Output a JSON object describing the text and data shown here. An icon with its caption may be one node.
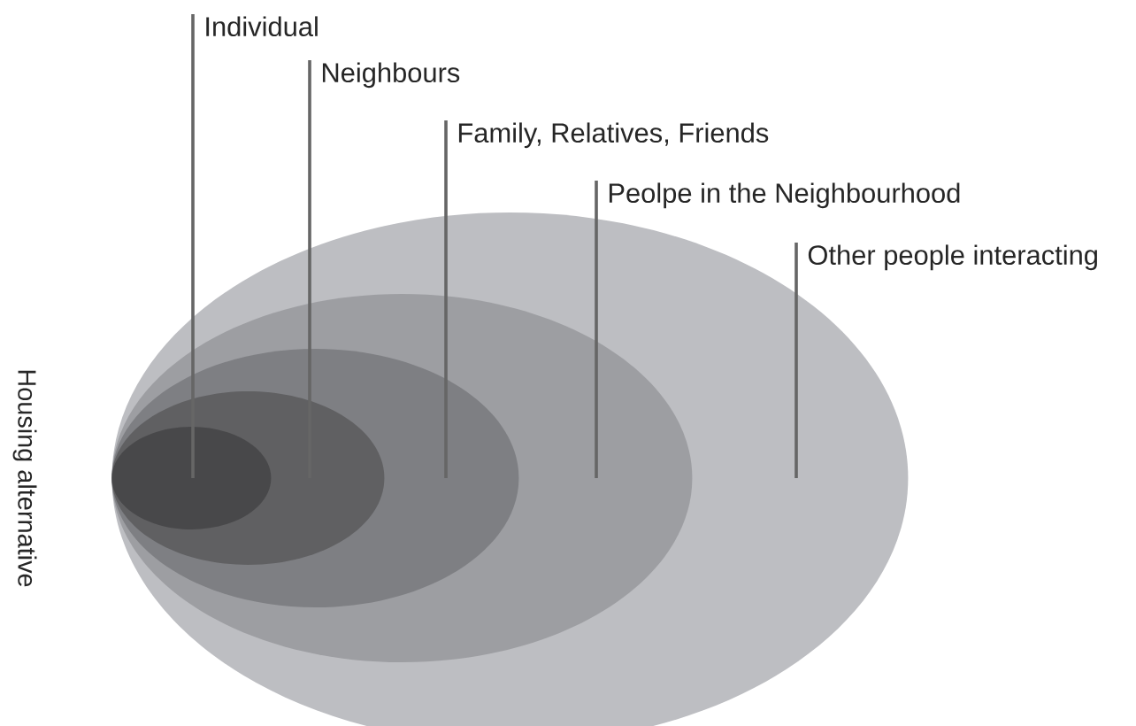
{
  "diagram": {
    "nodes": [
      {
        "text": [
          "Individual"
        ]
      },
      {
        "text": [
          "Neighbours"
        ]
      },
      {
        "text": [
          "Family, Relatives, Friends"
        ]
      },
      {
        "text": [
          "Peolpe in the Neighbourhood"
        ]
      },
      {
        "text": [
          "Other people interacting"
        ]
      },
      {
        "text": [],
        "shape": "ellipse"
      },
      {
        "text": [],
        "shape": "ellipse",
        "in": 5
      },
      {
        "text": [],
        "shape": "ellipse",
        "in": 6
      },
      {
        "text": [],
        "shape": "ellipse",
        "in": 7
      },
      {
        "text": [],
        "shape": "ellipse",
        "in": 8
      }
    ],
    "edges": [
      {
        "from": 0,
        "to": 9,
        "arrow": "none"
      },
      {
        "from": 1,
        "to": 8,
        "arrow": "none"
      },
      {
        "from": 2,
        "to": 7,
        "arrow": "none"
      },
      {
        "from": 3,
        "to": 6,
        "arrow": "none"
      },
      {
        "from": 4,
        "to": 5,
        "arrow": "none"
      }
    ],
    "labels": [
      "Housing alternative"
    ]
  }
}
